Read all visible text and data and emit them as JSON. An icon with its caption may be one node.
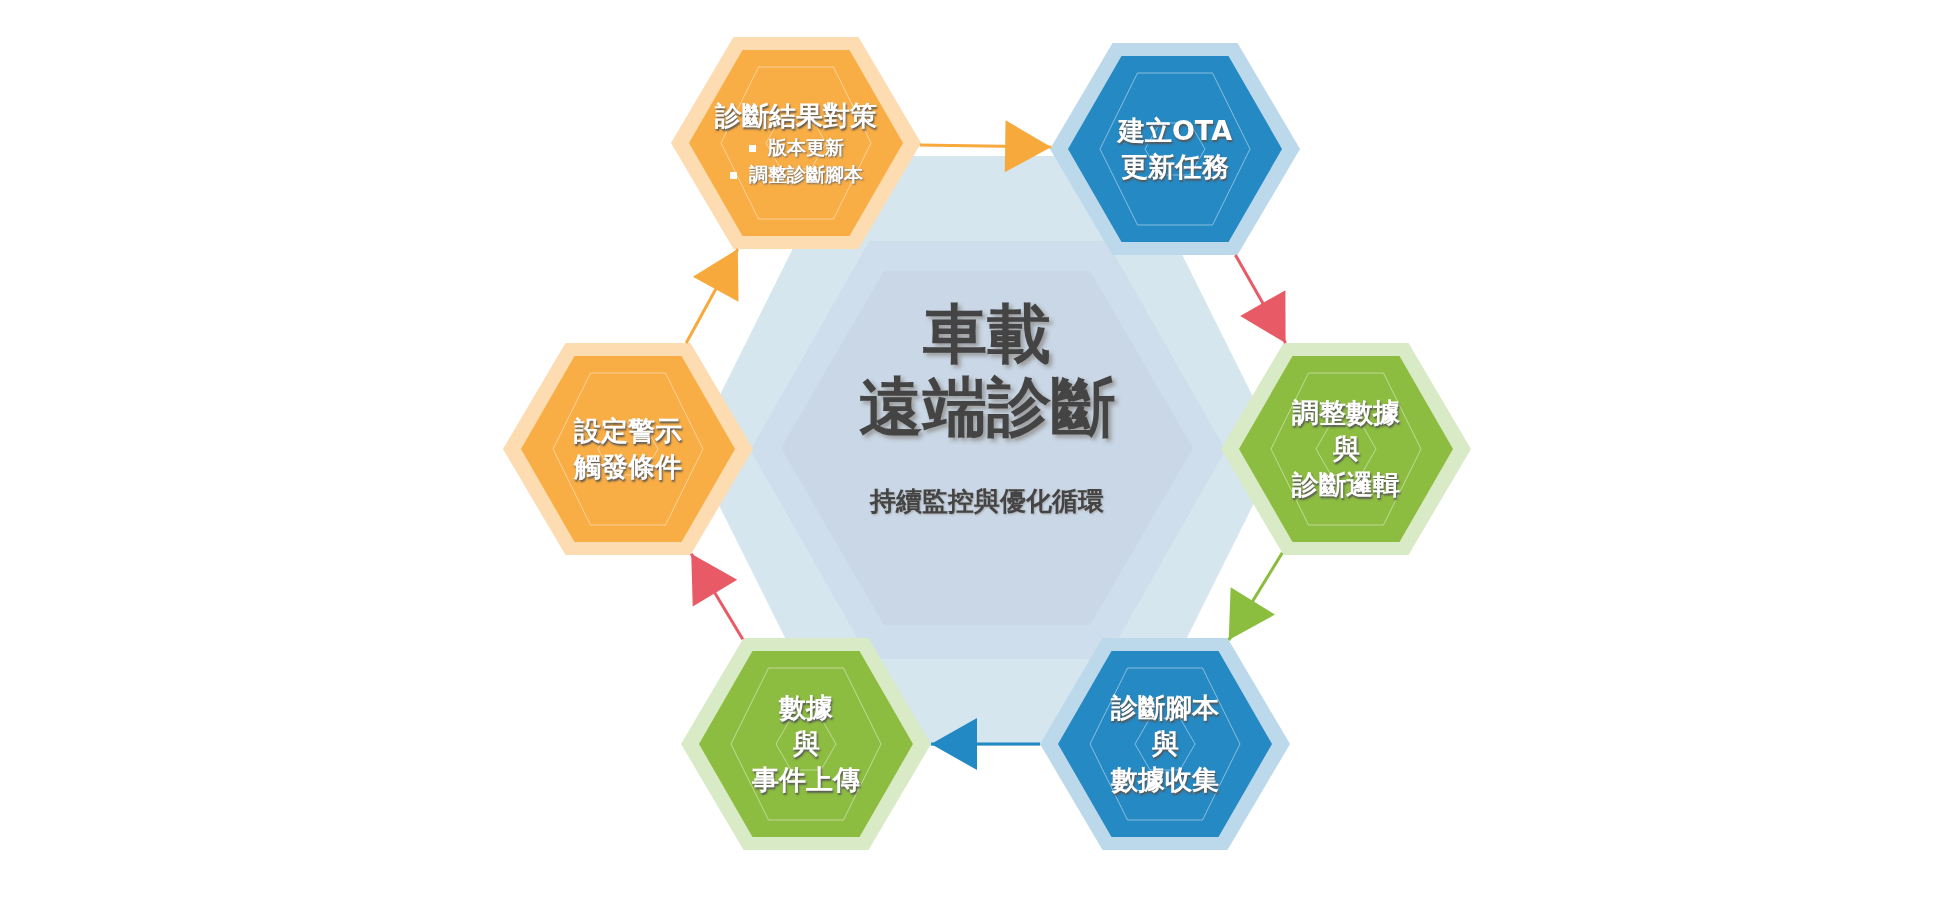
{
  "diagram": {
    "nodes": [
      {
        "text": [
          "診斷結果對策",
          "版本更新",
          "調整診斷腳本"
        ]
      },
      {
        "text": [
          "建立OTA",
          "更新任務"
        ]
      },
      {
        "text": [
          "設定警示",
          "觸發條件"
        ]
      },
      {
        "text": [
          "車載",
          "遠端診斷",
          "持續監控與優化循環"
        ]
      },
      {
        "text": [
          "調整數據",
          "與",
          "診斷邏輯"
        ]
      },
      {
        "text": [
          "數據",
          "與",
          "事件上傳"
        ]
      },
      {
        "text": [
          "診斷腳本",
          "與",
          "數據收集"
        ]
      }
    ],
    "edges": [
      {
        "from": 0,
        "to": 1,
        "arrow": "to",
        "color": "#f7a93b"
      },
      {
        "from": 1,
        "to": 4,
        "arrow": "to",
        "color": "#e85b66"
      },
      {
        "from": 4,
        "to": 6,
        "arrow": "to",
        "color": "#8bbe3e"
      },
      {
        "from": 6,
        "to": 5,
        "arrow": "to",
        "color": "#2389c4"
      },
      {
        "from": 5,
        "to": 2,
        "arrow": "to",
        "color": "#e85b66"
      },
      {
        "from": 2,
        "to": 0,
        "arrow": "to",
        "color": "#f7a93b"
      }
    ]
  }
}
